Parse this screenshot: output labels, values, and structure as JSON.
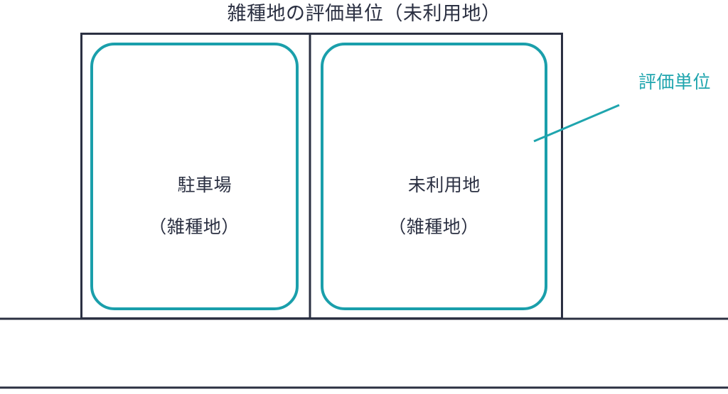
{
  "title": "雑種地の評価単位（未利用地）",
  "colors": {
    "outline": "#2b3042",
    "unit": "#1a9fab",
    "text": "#2b3042",
    "callout": "#1fa5ae",
    "background": "#ffffff"
  },
  "parcels": [
    {
      "id": "left",
      "use": "駐車場",
      "category": "（雑種地）"
    },
    {
      "id": "right",
      "use": "未利用地",
      "category": "（雑種地）"
    }
  ],
  "callout": {
    "label": "評価単位"
  },
  "road": {
    "lines": 2
  }
}
